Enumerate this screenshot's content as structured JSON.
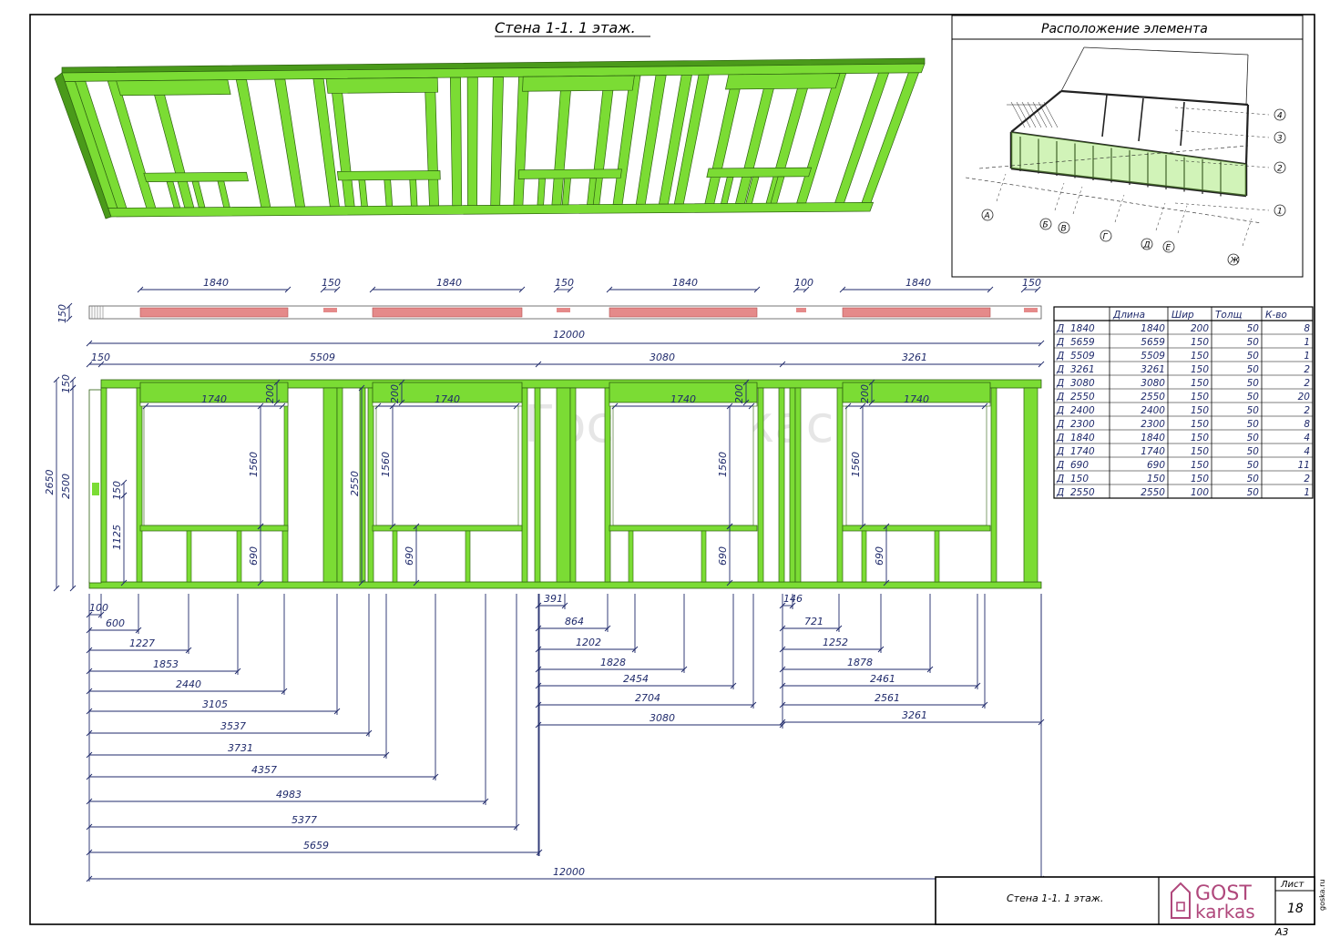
{
  "sheet": {
    "title": "Стена 1-1.   1 этаж.",
    "inset_title": "Расположение элемента",
    "watermark": "ГостКаркас",
    "side_url": "goska.ru",
    "stamp_title": "Стена 1-1.  1 этаж.",
    "logo_line1": "GOST",
    "logo_line2": "karkas",
    "sheet_label": "Лист",
    "sheet_number": "18",
    "format": "А3"
  },
  "axes_labels": {
    "rows": [
      "4",
      "3",
      "2",
      "1"
    ],
    "cols": [
      "А",
      "Б",
      "В",
      "Г",
      "Д",
      "Е",
      "Ж"
    ]
  },
  "colors": {
    "frame_green": "#7bdc34",
    "frame_green_dark": "#4a9a1a",
    "header_red": "#e58a8a",
    "dim_blue": "#1f2a6b"
  },
  "top_dims": {
    "openings": [
      "1840",
      "1840",
      "1840",
      "1840"
    ],
    "gaps": [
      "150",
      "150",
      "100",
      "150"
    ],
    "header_h": "150"
  },
  "elevation_dims": {
    "total": "12000",
    "start": "150",
    "segments": [
      "5509",
      "3080",
      "3261"
    ],
    "top_plate": "150",
    "height_total": "2650",
    "height_stud": "2500",
    "opening_header": "200",
    "opening_width": "1740",
    "opening_height": "1560",
    "sill_height": "690",
    "sill_plate": "150",
    "sill_left": "1125",
    "stud_2550": "2550"
  },
  "bottom_dims": {
    "group1": [
      "100",
      "600",
      "1227",
      "1853",
      "2440",
      "3105",
      "3537",
      "3731",
      "4357",
      "4983",
      "5377",
      "5659"
    ],
    "group2": [
      "391",
      "864",
      "1202",
      "1828",
      "2454",
      "2704",
      "3080"
    ],
    "group3": [
      "146",
      "721",
      "1252",
      "1878",
      "2461",
      "2561",
      "3261"
    ],
    "overall": "12000"
  },
  "spec_table": {
    "headers": [
      "Длина",
      "Шир",
      "Толщ",
      "К-во"
    ],
    "rows": [
      {
        "type": "Д",
        "name": "1840",
        "len": "1840",
        "w": "200",
        "t": "50",
        "q": "8"
      },
      {
        "type": "Д",
        "name": "5659",
        "len": "5659",
        "w": "150",
        "t": "50",
        "q": "1"
      },
      {
        "type": "Д",
        "name": "5509",
        "len": "5509",
        "w": "150",
        "t": "50",
        "q": "1"
      },
      {
        "type": "Д",
        "name": "3261",
        "len": "3261",
        "w": "150",
        "t": "50",
        "q": "2"
      },
      {
        "type": "Д",
        "name": "3080",
        "len": "3080",
        "w": "150",
        "t": "50",
        "q": "2"
      },
      {
        "type": "Д",
        "name": "2550",
        "len": "2550",
        "w": "150",
        "t": "50",
        "q": "20"
      },
      {
        "type": "Д",
        "name": "2400",
        "len": "2400",
        "w": "150",
        "t": "50",
        "q": "2"
      },
      {
        "type": "Д",
        "name": "2300",
        "len": "2300",
        "w": "150",
        "t": "50",
        "q": "8"
      },
      {
        "type": "Д",
        "name": "1840",
        "len": "1840",
        "w": "150",
        "t": "50",
        "q": "4"
      },
      {
        "type": "Д",
        "name": "1740",
        "len": "1740",
        "w": "150",
        "t": "50",
        "q": "4"
      },
      {
        "type": "Д",
        "name": "690",
        "len": "690",
        "w": "150",
        "t": "50",
        "q": "11"
      },
      {
        "type": "Д",
        "name": "150",
        "len": "150",
        "w": "150",
        "t": "50",
        "q": "2"
      },
      {
        "type": "Д",
        "name": "2550",
        "len": "2550",
        "w": "100",
        "t": "50",
        "q": "1"
      }
    ]
  }
}
